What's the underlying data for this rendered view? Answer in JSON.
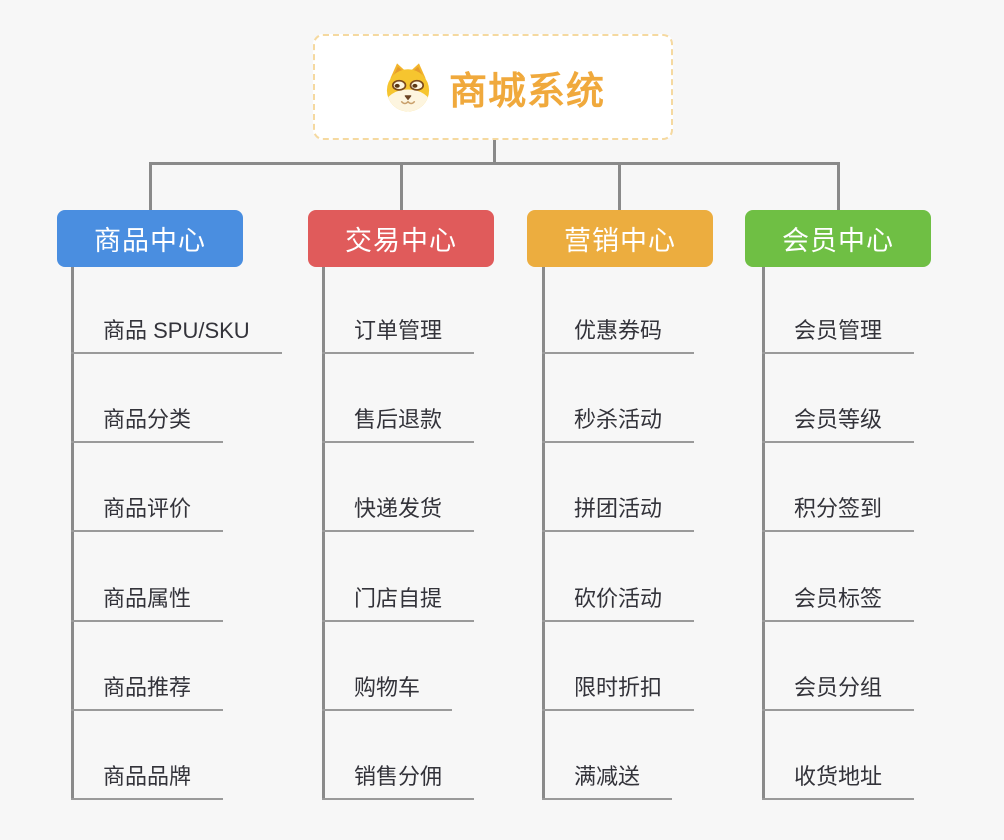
{
  "root": {
    "title": "商城系统",
    "icon": "shiba-dog-icon"
  },
  "branches": [
    {
      "id": "product-center",
      "label": "商品中心",
      "color": "#4a8ee0",
      "items": [
        "商品 SPU/SKU",
        "商品分类",
        "商品评价",
        "商品属性",
        "商品推荐",
        "商品品牌"
      ]
    },
    {
      "id": "trade-center",
      "label": "交易中心",
      "color": "#e05b5b",
      "items": [
        "订单管理",
        "售后退款",
        "快递发货",
        "门店自提",
        "购物车",
        "销售分佣"
      ]
    },
    {
      "id": "marketing-center",
      "label": "营销中心",
      "color": "#ecad3f",
      "items": [
        "优惠券码",
        "秒杀活动",
        "拼团活动",
        "砍价活动",
        "限时折扣",
        "满减送"
      ]
    },
    {
      "id": "member-center",
      "label": "会员中心",
      "color": "#6fbf44",
      "items": [
        "会员管理",
        "会员等级",
        "积分签到",
        "会员标签",
        "会员分组",
        "收货地址"
      ]
    }
  ],
  "colors": {
    "background": "#f7f7f7",
    "connector": "#8a8a8a",
    "item_underline": "#9a9a9a",
    "item_text": "#33333a",
    "root_title": "#f0a93c",
    "root_border": "#f5d9a0"
  }
}
